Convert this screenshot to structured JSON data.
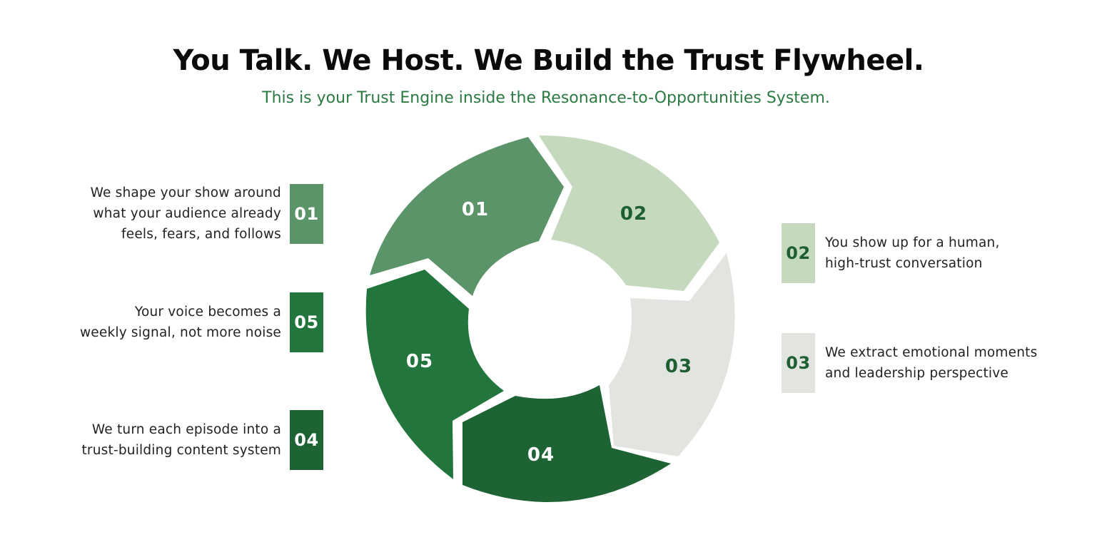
{
  "header": {
    "title": "You Talk. We Host. We Build the Trust Flywheel.",
    "subtitle": "This is your Trust Engine inside the Resonance-to-Opportunities System."
  },
  "colors": {
    "accent": "#2a7a41",
    "seg01": "#5a9468",
    "seg02": "#c5d9be",
    "seg03": "#e2e5df",
    "seg04": "#1e6334",
    "seg05": "#22753d",
    "dark_text": "#1e5e33",
    "light_text": "#ffffff"
  },
  "wheel": {
    "segments": [
      {
        "label": "01"
      },
      {
        "label": "02"
      },
      {
        "label": "03"
      },
      {
        "label": "04"
      },
      {
        "label": "05"
      }
    ]
  },
  "steps": [
    {
      "number": "01",
      "text": "We shape your show around\nwhat your audience already\nfeels, fears, and follows"
    },
    {
      "number": "05",
      "text": "Your voice becomes a\nweekly signal, not more noise"
    },
    {
      "number": "04",
      "text": "We turn each episode into a\ntrust-building content system"
    },
    {
      "number": "02",
      "text": "You show up for a human,\nhigh-trust conversation"
    },
    {
      "number": "03",
      "text": "We extract emotional moments\nand leadership perspective"
    }
  ]
}
